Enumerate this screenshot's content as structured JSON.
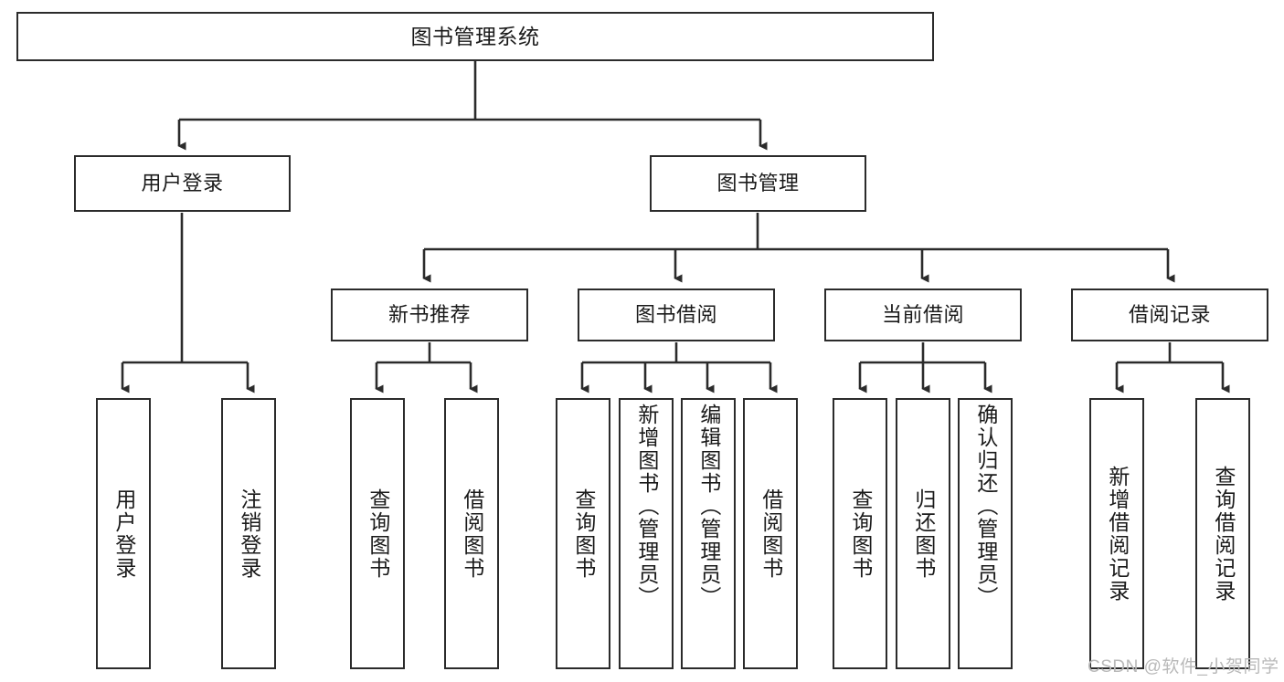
{
  "diagram": {
    "type": "tree-hierarchy-chart",
    "title": "图书管理系统",
    "colors": {
      "box_border": "#2b2b2b",
      "box_fill": "#ffffff",
      "connector": "#2b2b2b",
      "text": "#1a1a1a",
      "watermark": "#b9b9b9",
      "background": "#ffffff"
    },
    "root": {
      "label": "图书管理系统"
    },
    "level2": [
      {
        "id": "user-login",
        "label": "用户登录"
      },
      {
        "id": "book-management",
        "label": "图书管理"
      }
    ],
    "level3": [
      {
        "id": "new-book-recommend",
        "label": "新书推荐",
        "parent": "book-management"
      },
      {
        "id": "book-borrow",
        "label": "图书借阅",
        "parent": "book-management"
      },
      {
        "id": "current-borrow",
        "label": "当前借阅",
        "parent": "book-management"
      },
      {
        "id": "borrow-record",
        "label": "借阅记录",
        "parent": "book-management"
      }
    ],
    "leaves": {
      "user_login": [
        {
          "id": "leaf-user-login",
          "label": "用户登录"
        },
        {
          "id": "leaf-logout-login",
          "label": "注销登录"
        }
      ],
      "new_book_recommend": [
        {
          "id": "leaf-query-book-1",
          "label": "查询图书"
        },
        {
          "id": "leaf-borrow-book-1",
          "label": "借阅图书"
        }
      ],
      "book_borrow": [
        {
          "id": "leaf-query-book-2",
          "label": "查询图书"
        },
        {
          "id": "leaf-add-book",
          "label": "新增图书（管理员）"
        },
        {
          "id": "leaf-edit-book",
          "label": "编辑图书（管理员）"
        },
        {
          "id": "leaf-borrow-book-2",
          "label": "借阅图书"
        }
      ],
      "current_borrow": [
        {
          "id": "leaf-query-book-3",
          "label": "查询图书"
        },
        {
          "id": "leaf-return-book",
          "label": "归还图书"
        },
        {
          "id": "leaf-confirm-return",
          "label": "确认归还（管理员）"
        }
      ],
      "borrow_record": [
        {
          "id": "leaf-add-borrow-record",
          "label": "新增借阅记录"
        },
        {
          "id": "leaf-query-borrow-record",
          "label": "查询借阅记录"
        }
      ]
    },
    "watermark": "CSDN @软件_小贺同学"
  }
}
